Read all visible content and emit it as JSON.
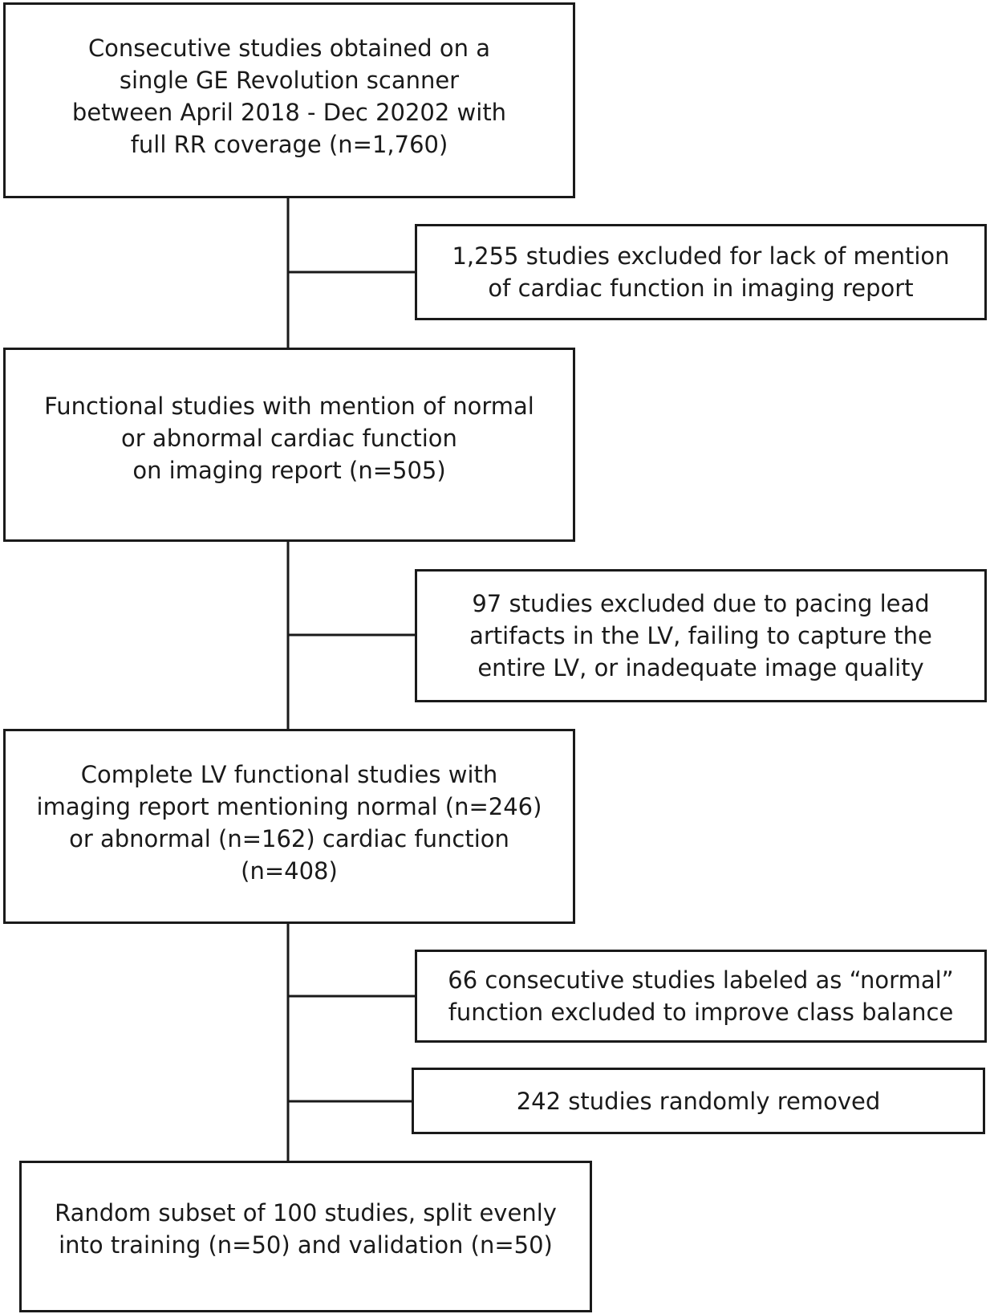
{
  "flowchart": {
    "boxes": [
      {
        "lines": [
          "Consecutive studies obtained on a",
          "single GE Revolution scanner",
          "between April 2018 - Dec 20202 with",
          "full RR coverage (n=1,760)"
        ]
      },
      {
        "lines": [
          "Functional studies with mention of normal",
          "or abnormal cardiac function",
          "on imaging report (n=505)"
        ]
      },
      {
        "lines": [
          "Complete LV functional studies with",
          "imaging report mentioning normal (n=246)",
          "or abnormal (n=162) cardiac function",
          "(n=408)"
        ]
      },
      {
        "lines": [
          "Random subset of 100 studies, split evenly",
          "into training (n=50) and validation (n=50)"
        ]
      }
    ],
    "exclusions": [
      {
        "lines": [
          "1,255 studies excluded for lack of mention",
          "of cardiac function in imaging report"
        ]
      },
      {
        "lines": [
          "97 studies excluded due to pacing lead",
          "artifacts in the LV, failing to capture the",
          "entire LV, or inadequate image quality"
        ]
      },
      {
        "lines": [
          "66 consecutive studies labeled as “normal”",
          "function excluded to improve class balance"
        ]
      },
      {
        "lines": [
          "242 studies randomly removed"
        ]
      }
    ]
  }
}
